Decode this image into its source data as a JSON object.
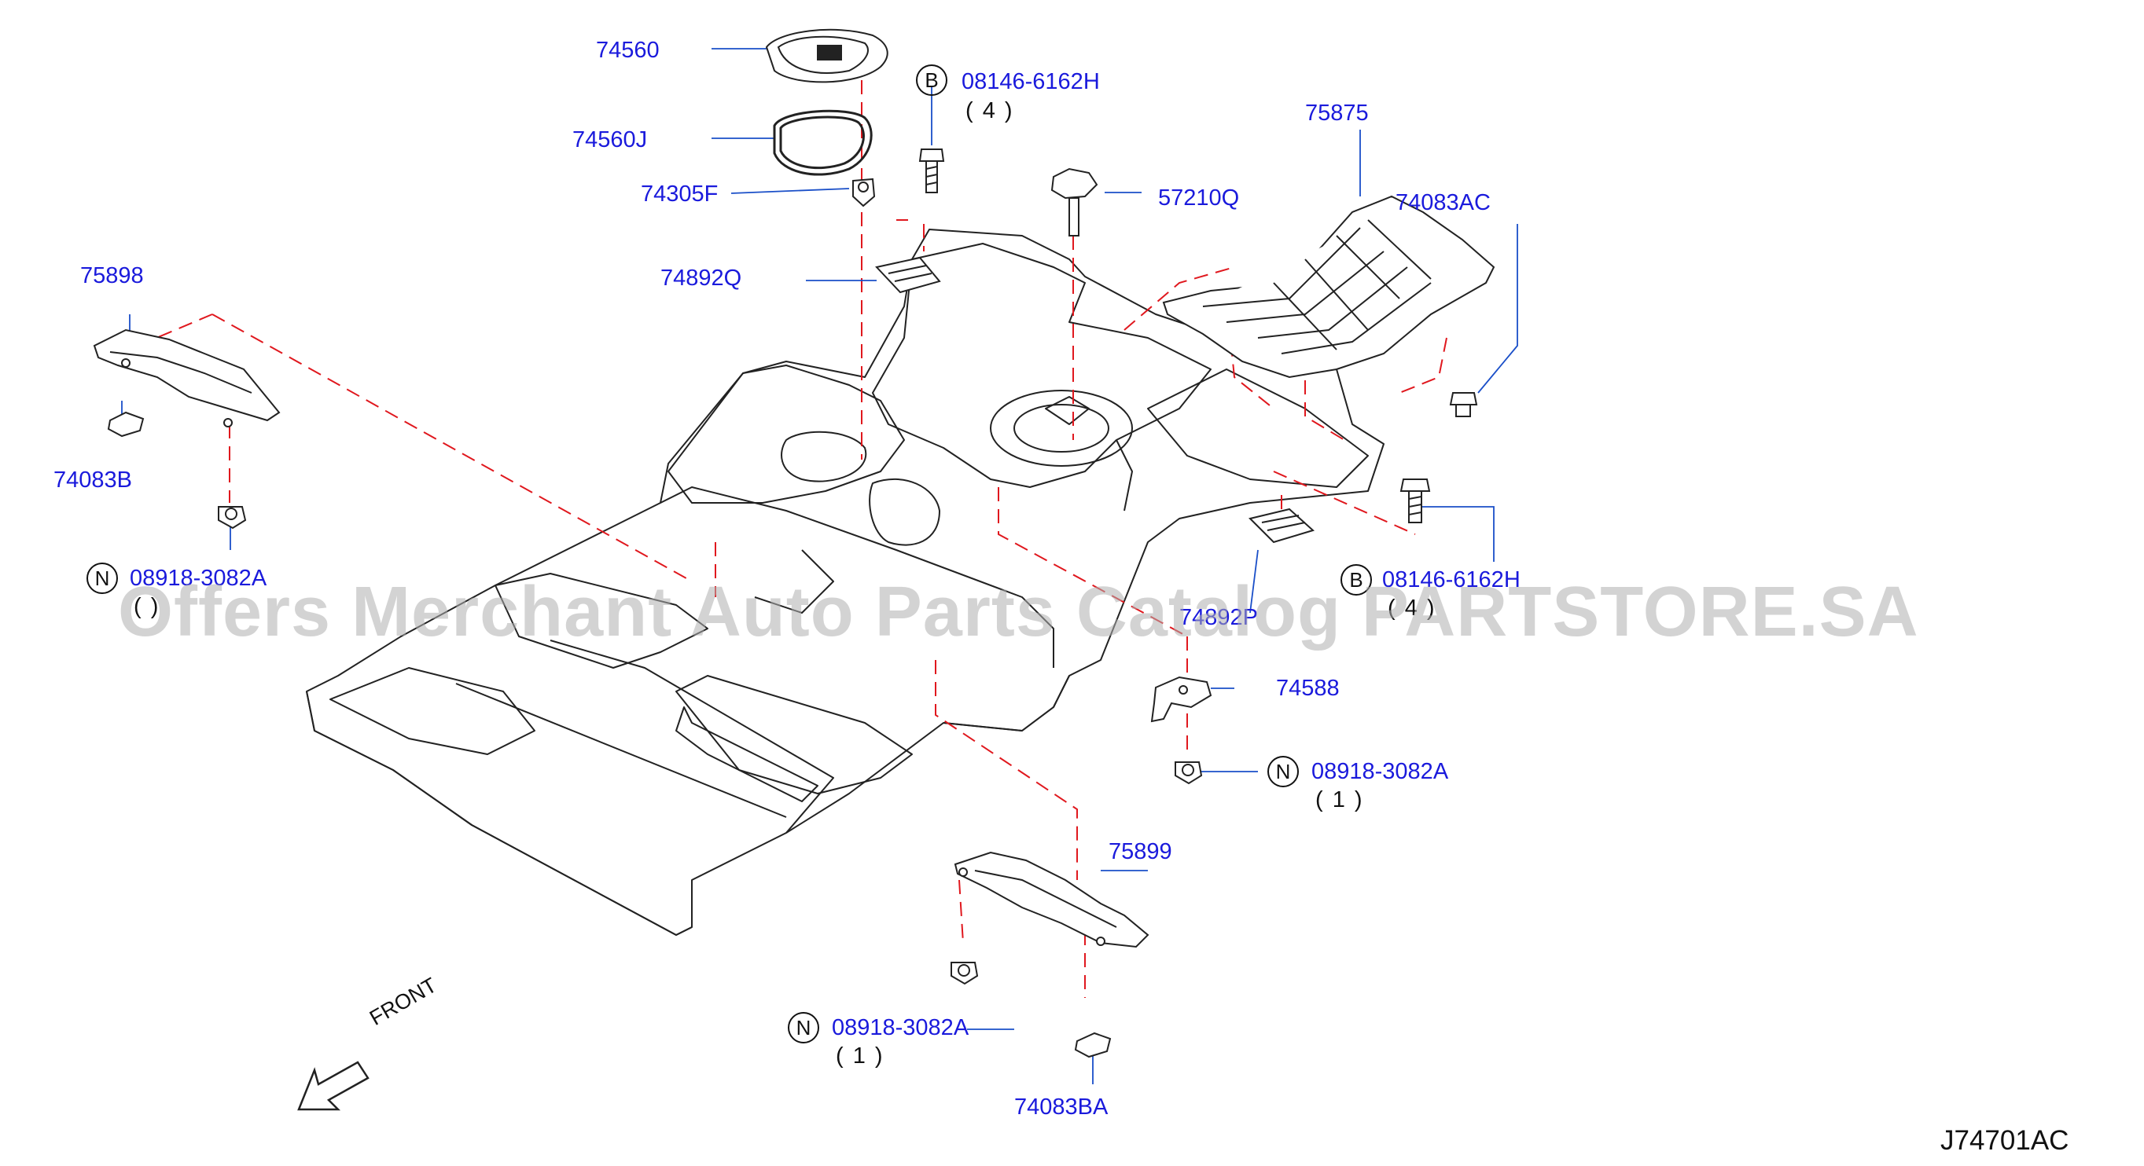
{
  "diagram": {
    "code": "J74701AC",
    "front_label": "FRONT",
    "watermark": "Offers Merchant Auto Parts Catalog PARTSTORE.SA",
    "callouts": {
      "p74560": "74560",
      "p74560J": "74560J",
      "p74305F": "74305F",
      "p74892Q": "74892Q",
      "p75898": "75898",
      "p74083B": "74083B",
      "p57210Q": "57210Q",
      "p75875": "75875",
      "p74083AC": "74083AC",
      "p74892Q_b": "74892P",
      "p74588": "74588",
      "p75899": "75899",
      "p74083BA": "74083BA",
      "bolt_top": {
        "marker": "B",
        "part": "08146-6162H",
        "qty": "( 4 )"
      },
      "bolt_right": {
        "marker": "B",
        "part": "08146-6162H",
        "qty": "( 4 )"
      },
      "nut_left": {
        "marker": "N",
        "part": "08918-3082A",
        "qty": "( )"
      },
      "nut_mid": {
        "marker": "N",
        "part": "08918-3082A",
        "qty": "( 1 )"
      },
      "nut_bottom": {
        "marker": "N",
        "part": "08918-3082A",
        "qty": "( 1 )"
      }
    },
    "colors": {
      "label": "#1a1adc",
      "leader": "#1a4fc8",
      "dash": "#e0181e",
      "line": "#222222"
    }
  }
}
